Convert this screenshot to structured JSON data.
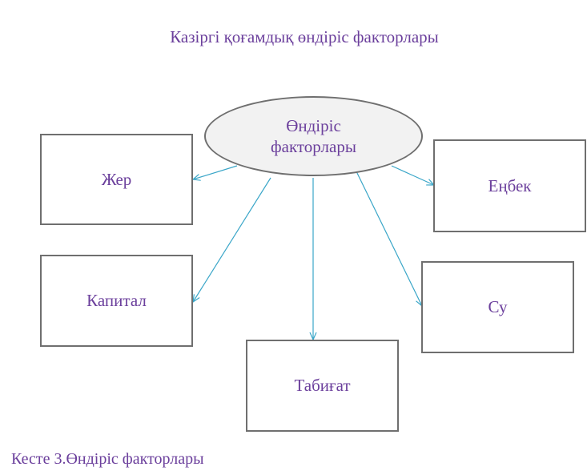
{
  "title": "Казіргі қоғамдық өндіріс факторлары",
  "center": {
    "line1": "Өндіріс",
    "line2": "факторлары"
  },
  "boxes": {
    "zher": "Жер",
    "kapital": "Капитал",
    "tabigat": "Табиғат",
    "su": "Су",
    "enbek": "Еңбек"
  },
  "caption": "Кесте 3.Өндіріс факторлары",
  "colors": {
    "text": "#6b3f9c",
    "arrow": "#3aa6c8",
    "border": "#6f6f6f"
  }
}
